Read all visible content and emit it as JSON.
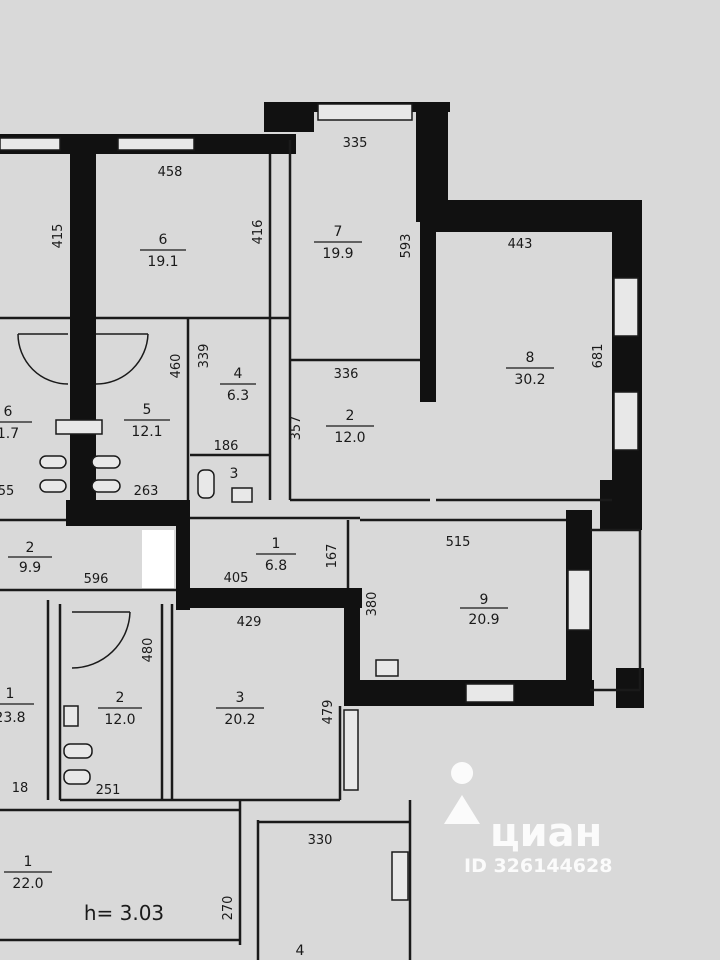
{
  "rooms": [
    {
      "id": "r6a",
      "number": "6",
      "area": "19.1"
    },
    {
      "id": "r7",
      "number": "7",
      "area": "19.9"
    },
    {
      "id": "r8",
      "number": "8",
      "area": "30.2"
    },
    {
      "id": "r6b",
      "number": "6",
      "area": "1.7"
    },
    {
      "id": "r5",
      "number": "5",
      "area": "12.1"
    },
    {
      "id": "r4",
      "number": "4",
      "area": "6.3"
    },
    {
      "id": "r2a",
      "number": "2",
      "area": "12.0"
    },
    {
      "id": "r3a",
      "number": "3",
      "area": ""
    },
    {
      "id": "r2b",
      "number": "2",
      "area": "9.9"
    },
    {
      "id": "r1a",
      "number": "1",
      "area": "6.8"
    },
    {
      "id": "r9",
      "number": "9",
      "area": "20.9"
    },
    {
      "id": "r1b",
      "number": "1",
      "area": "23.8"
    },
    {
      "id": "r2c",
      "number": "2",
      "area": "12.0"
    },
    {
      "id": "r3b",
      "number": "3",
      "area": "20.2"
    },
    {
      "id": "r1c",
      "number": "1",
      "area": "22.0"
    },
    {
      "id": "r4b",
      "number": "4",
      "area": ""
    }
  ],
  "dimensions": [
    "335",
    "458",
    "415",
    "416",
    "593",
    "443",
    "681",
    "460",
    "339",
    "336",
    "357",
    "186",
    "55",
    "263",
    "596",
    "405",
    "167",
    "515",
    "380",
    "429",
    "480",
    "479",
    "18",
    "251",
    "330",
    "270"
  ],
  "ceiling_height": "h= 3.03",
  "watermark": {
    "brand": "циан",
    "id_text": "ID 326144628"
  },
  "colors": {
    "background": "#d9d9d9",
    "wall": "#111111",
    "line": "#1a1a1a",
    "watermark": "#ffffff"
  }
}
